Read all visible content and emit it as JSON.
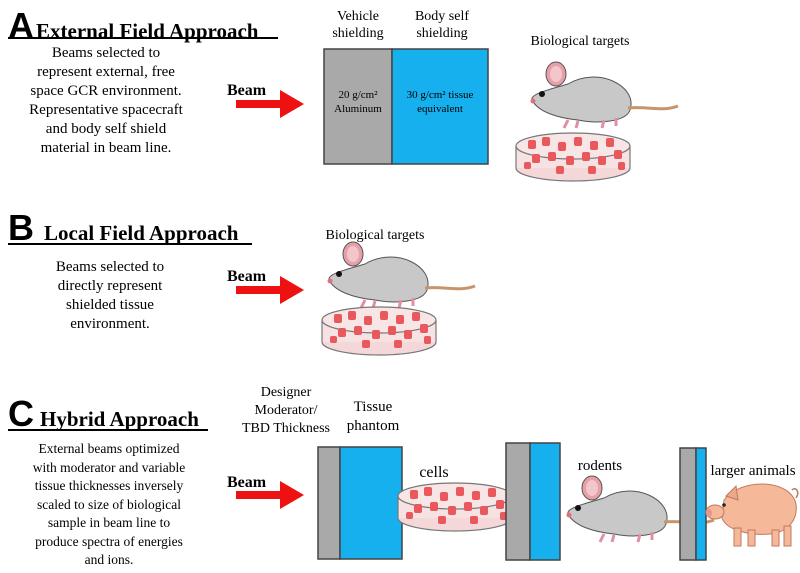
{
  "section_a": {
    "letter": "A",
    "title": "External Field Approach",
    "description": [
      "Beams selected to",
      "represent external, free",
      "space GCR environment.",
      "Representative spacecraft",
      "and body self shield",
      "material in beam line."
    ],
    "beam_label": "Beam",
    "vehicle_header": [
      "Vehicle",
      "shielding"
    ],
    "body_header": [
      "Body self",
      "shielding"
    ],
    "targets_label": "Biological targets",
    "aluminum_line1": "20 g/cm²",
    "aluminum_line2": "Aluminum",
    "tissue_line1": "30 g/cm² tissue",
    "tissue_line2": "equivalent"
  },
  "section_b": {
    "letter": "B",
    "title": "Local Field Approach",
    "description": [
      "Beams selected to",
      "directly represent",
      "shielded tissue",
      "environment."
    ],
    "beam_label": "Beam",
    "targets_label": "Biological targets"
  },
  "section_c": {
    "letter": "C",
    "title": "Hybrid Approach",
    "description": [
      "External beams optimized",
      "with moderator and variable",
      "tissue thicknesses inversely",
      "scaled to size of biological",
      "sample in beam line to",
      "produce spectra of energies",
      "and ions."
    ],
    "beam_label": "Beam",
    "moderator_label": [
      "Designer",
      "Moderator/",
      "TBD Thickness"
    ],
    "phantom_label": [
      "Tissue",
      "phantom"
    ],
    "cells_label": "cells",
    "rodents_label": "rodents",
    "animals_label": "larger animals"
  },
  "colors": {
    "arrow": "#ee1111",
    "aluminum": "#a9a9a9",
    "tissue": "#16b0ef",
    "mouse": "#c8c8c8",
    "pig": "#f5b99a",
    "dish_cells": "#e8585c"
  }
}
